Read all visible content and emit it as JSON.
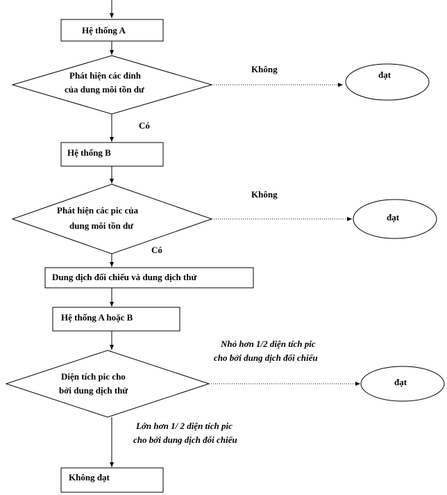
{
  "flowchart": {
    "box_system_a": "Hệ thống A",
    "decision_1": [
      "Phát hiện các đỉnh",
      "của dung  môi tồn dư"
    ],
    "branch_1_no": "Không",
    "branch_1_yes": "Có",
    "result_1": "đạt",
    "box_system_b": "Hệ thống B",
    "decision_2": [
      "Phát hiện các pic của",
      "dung  môi tồn dư"
    ],
    "branch_2_no": "Không",
    "branch_2_yes": "Có",
    "result_2": "đạt",
    "box_solutions": "Dung  dịch đối chiếu và dung  dịch thử",
    "box_system_a_or_b": "Hệ thống A hoặc B",
    "decision_3": [
      "Diện tích pic cho",
      "bởi dung  dịch thử"
    ],
    "branch_3_less": [
      "Nhỏ  hơn  1/2 diện tích pic",
      "cho bởi dung dịch đối chiếu"
    ],
    "result_3": "đạt",
    "branch_3_greater": [
      "Lớn hơn  1/ 2 diện tích pic",
      "cho bởi dung dịch đối chiếu"
    ],
    "box_fail": "Không đạt"
  }
}
